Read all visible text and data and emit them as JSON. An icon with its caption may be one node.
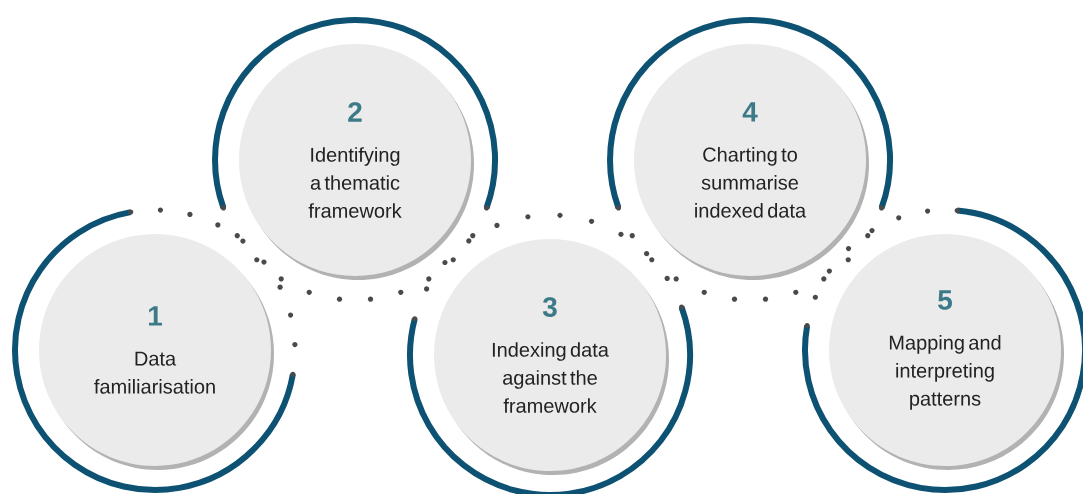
{
  "diagram": {
    "nodes": [
      {
        "text": [
          "1",
          "Data familiarisation"
        ]
      },
      {
        "text": [
          "2",
          "Identifying a thematic framework"
        ]
      },
      {
        "text": [
          "3",
          "Indexing data against the framework"
        ]
      },
      {
        "text": [
          "4",
          "Charting to summarise indexed data"
        ]
      },
      {
        "text": [
          "5",
          "Mapping and interpreting patterns"
        ]
      }
    ]
  }
}
